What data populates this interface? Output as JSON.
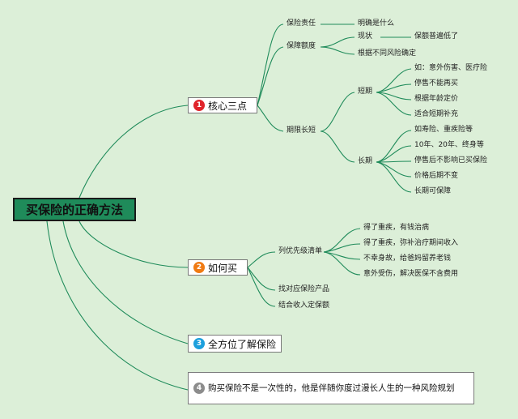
{
  "root": {
    "title": "买保险的正确方法"
  },
  "branches": {
    "b1": {
      "num": "1",
      "label": "核心三点",
      "c1": {
        "label": "保险责任",
        "c1": "明确是什么"
      },
      "c2": {
        "label": "保障额度",
        "status": "现状",
        "status_detail": "保额普遍低了",
        "c2": "根据不同风险确定"
      },
      "c3": {
        "label": "期限长短",
        "short": {
          "label": "短期",
          "items": [
            "如：意外伤害、医疗险",
            "停售不能再买",
            "根据年龄定价",
            "适合短期补充"
          ]
        },
        "long": {
          "label": "长期",
          "items": [
            "如寿险、重疾险等",
            "10年、20年、终身等",
            "停售后不影响已买保险",
            "价格后期不变",
            "长期可保障"
          ]
        }
      }
    },
    "b2": {
      "num": "2",
      "label": "如何买",
      "c1": {
        "label": "列优先级清单",
        "items": [
          "得了重疾，有钱治病",
          "得了重疾，弥补治疗期间收入",
          "不幸身故，给爸妈留养老钱",
          "意外受伤，解决医保不含费用"
        ]
      },
      "c2": {
        "label": "找对应保险产品"
      },
      "c3": {
        "label": "结合收入定保额"
      }
    },
    "b3": {
      "num": "3",
      "label": "全方位了解保险"
    },
    "b4": {
      "num": "4",
      "label": "购买保险不是一次性的，他是伴随你度过漫长人生的一种风险规划"
    }
  },
  "colors": {
    "background": "#dcefd8",
    "root": "#1f8b5a",
    "line": "#1f8b5a",
    "badge1": "#e0242b",
    "badge2": "#f07a12",
    "badge3": "#1c9fdc",
    "badge4": "#8c8c8c"
  }
}
